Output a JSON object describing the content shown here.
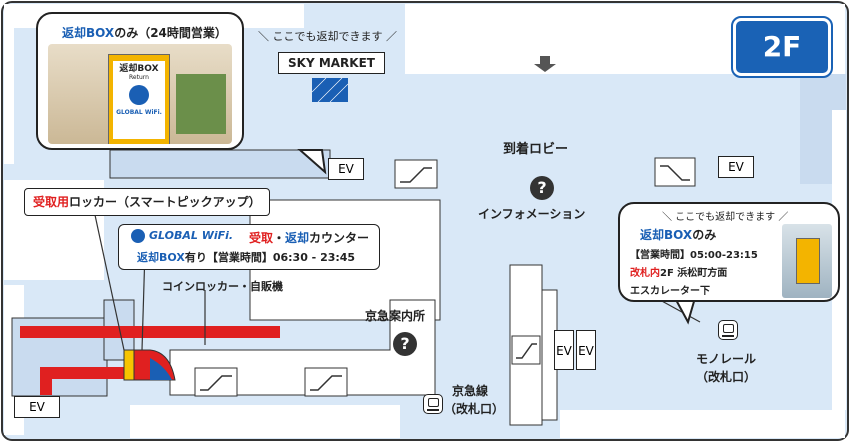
{
  "floor_badge": "2F",
  "colors": {
    "floor": "#d9e8f7",
    "wall": "#c9dbef",
    "blue_box": "#1a5fb4",
    "red_route": "#e02020",
    "badge": "#1a62b5"
  },
  "photo_bubble": {
    "title_part1": "返却BOX",
    "title_part2": "のみ（24時間営業）",
    "photo_box_label": "返却BOX",
    "photo_box_sublabel": "Return",
    "photo_logo": "GLOBAL WiFi."
  },
  "sky_market": {
    "note": "＼ ここでも返却できます ／",
    "label": "SKY MARKET"
  },
  "arrival_lobby": "到着ロビー",
  "information": "インフォメーション",
  "locker_label": {
    "red_part": "受取用",
    "rest": "ロッカー（スマートピックアップ）"
  },
  "counter": {
    "logo": "GLOBAL WiFi.",
    "title_red": "受取",
    "title_dot": "・",
    "title_blue": "返却",
    "title_rest": "カウンター",
    "line2_blue": "返却BOX",
    "line2_rest": "有り【営業時間】06:30 - 23:45"
  },
  "coin_locker": "コインロッカー・自販機",
  "keikyu_info": "京急案内所",
  "keikyu_line": {
    "line1": "京急線",
    "line2": "（改札口）"
  },
  "right_bubble": {
    "note": "＼ ここでも返却できます ／",
    "title_blue": "返却BOX",
    "title_rest": "のみ",
    "hours": "【営業時間】05:00-23:15",
    "location_red": "改札内",
    "location_rest": "2F 浜松町方面",
    "escalator": "エスカレーター下"
  },
  "monorail": {
    "line1": "モノレール",
    "line2": "（改札口）"
  },
  "ev_labels": [
    "EV",
    "EV",
    "EV",
    "EV",
    "EV"
  ]
}
